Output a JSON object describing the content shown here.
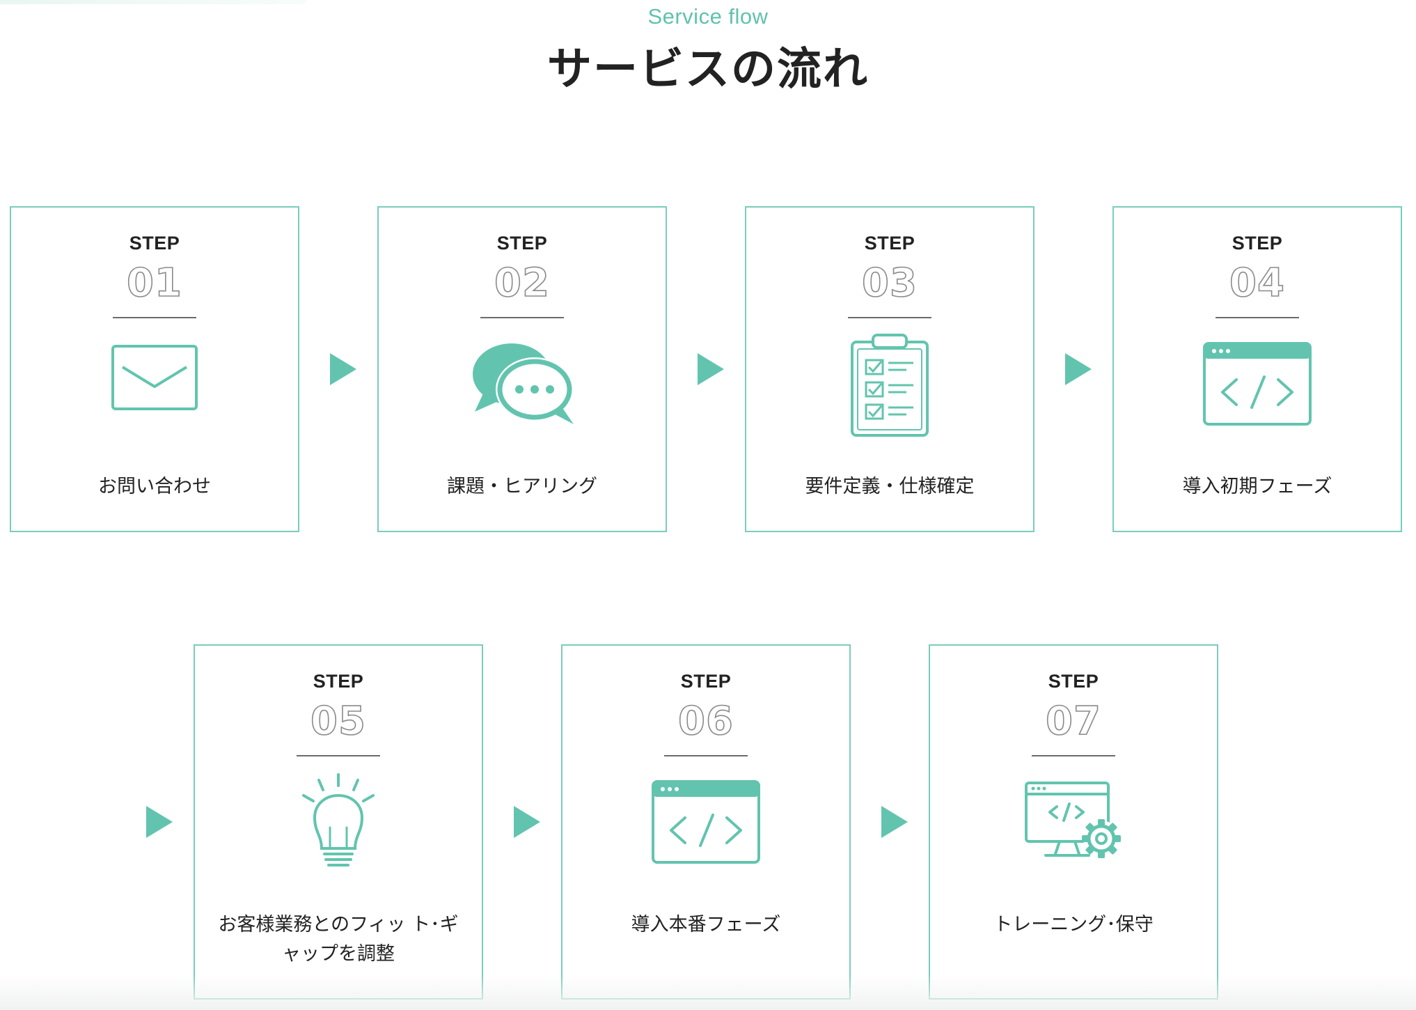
{
  "header": {
    "subtitle": "Service flow",
    "title": "サービスの流れ"
  },
  "step_label": "STEP",
  "colors": {
    "accent": "#62c4ae",
    "border": "#79cdbb",
    "text": "#222222"
  },
  "steps": [
    {
      "number": "01",
      "caption": "お問い合わせ",
      "icon": "envelope-icon"
    },
    {
      "number": "02",
      "caption": "課題・ヒアリング",
      "icon": "speech-bubbles-icon"
    },
    {
      "number": "03",
      "caption": "要件定義・仕様確定",
      "icon": "clipboard-checklist-icon"
    },
    {
      "number": "04",
      "caption": "導入初期フェーズ",
      "icon": "code-window-icon"
    },
    {
      "number": "05",
      "caption": "お客様業務とのフィッ ト･ギャップを調整",
      "icon": "lightbulb-icon"
    },
    {
      "number": "06",
      "caption": "導入本番フェーズ",
      "icon": "code-window-icon"
    },
    {
      "number": "07",
      "caption": "トレーニング･保守",
      "icon": "monitor-gear-icon"
    }
  ]
}
